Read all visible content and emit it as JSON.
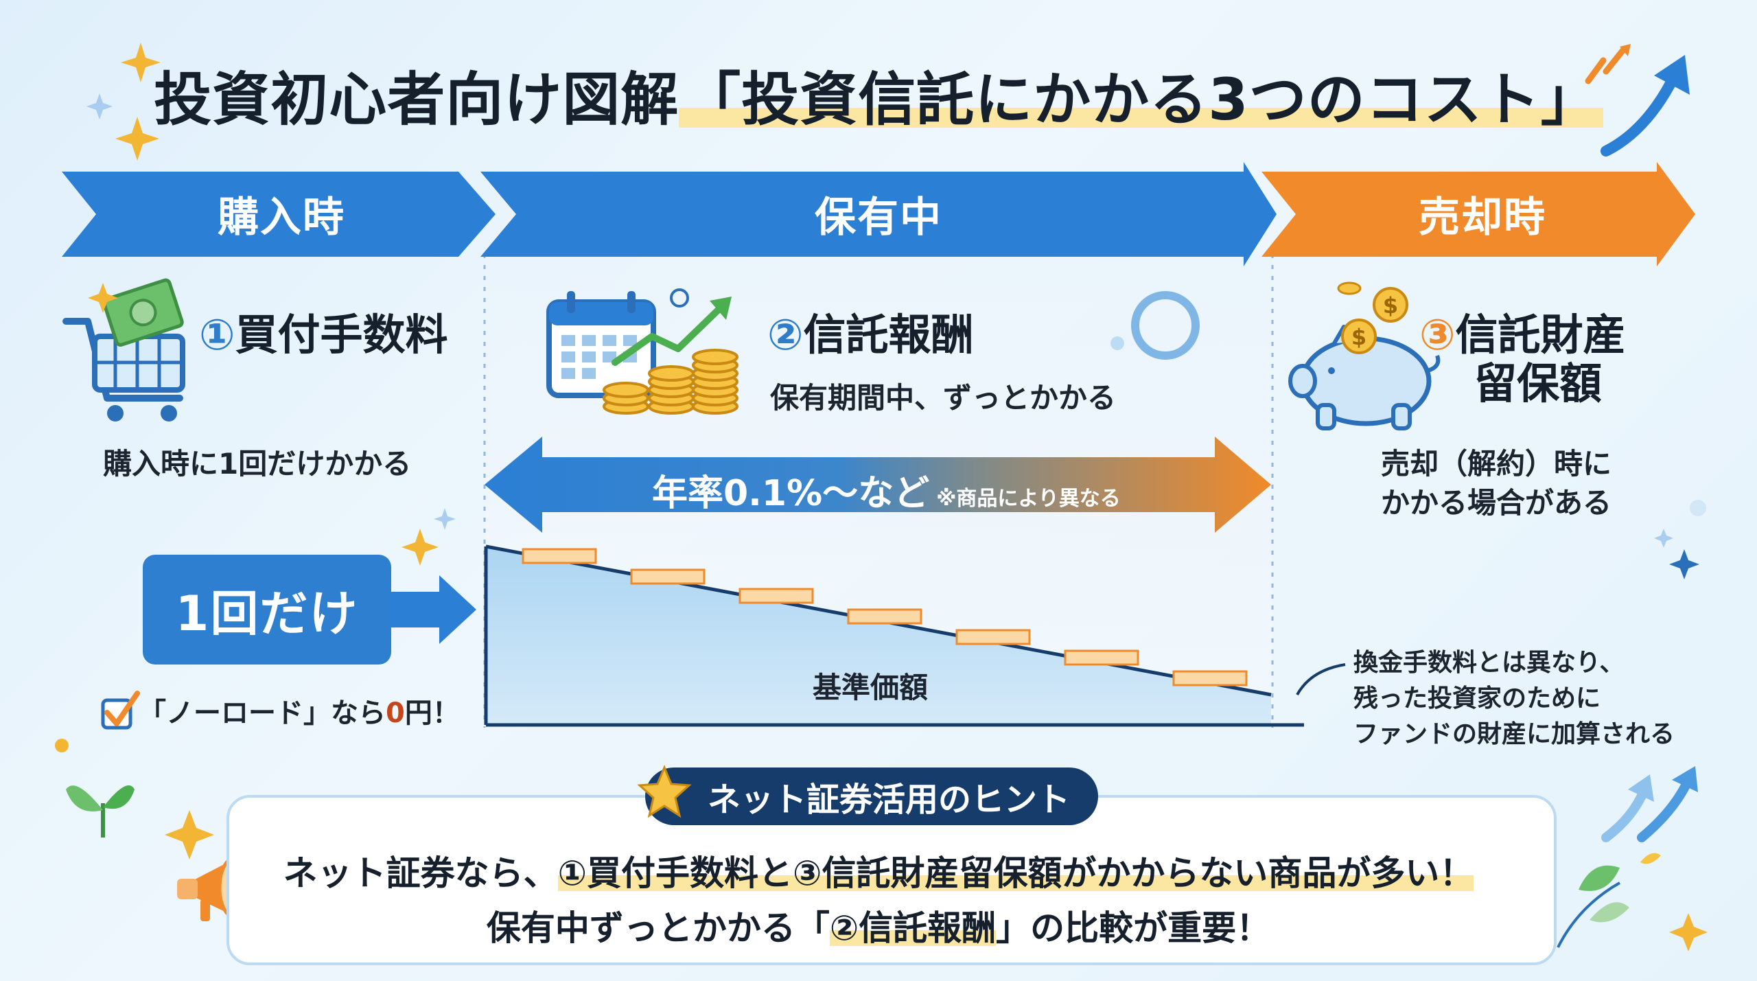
{
  "title": {
    "part1": "投資初心者向け図解",
    "part2": "「投資信託にかかる3つのコスト」"
  },
  "stages": [
    {
      "label": "購入時",
      "color": "#2b7fd4"
    },
    {
      "label": "保有中",
      "color": "#2b7fd4"
    },
    {
      "label": "売却時",
      "color": "#f08a2a"
    }
  ],
  "purchase": {
    "num": "①",
    "name": "買付手数料",
    "note": "購入時に1回だけかかる",
    "once_label": "1回だけ",
    "noload_text": "「ノーロード」なら",
    "noload_value": "0",
    "noload_unit": "円！"
  },
  "holding": {
    "num": "②",
    "name": "信託報酬",
    "note": "保有期間中、ずっとかかる",
    "rate_main": "年率0.1%〜など",
    "rate_note": "※商品により異なる",
    "nav_label": "基準価額"
  },
  "selling": {
    "num": "③",
    "name_line1": "信託財産",
    "name_line2": "留保額",
    "note_line1": "売却（解約）時に",
    "note_line2": "かかる場合がある",
    "callout_line1": "換金手数料とは異なり、",
    "callout_line2": "残った投資家のために",
    "callout_line3": "ファンドの財産に加算される"
  },
  "hint": {
    "pill": "ネット証券活用のヒント",
    "line1_a": "ネット証券なら、",
    "line1_b": "①買付手数料と③信託財産留保額",
    "line1_c": "がかからない商品が多い！",
    "line2_a": "保有中ずっとかかる「",
    "line2_b": "②信託報酬",
    "line2_c": "」の比較が重要！"
  },
  "colors": {
    "blue": "#2b7fd4",
    "orange": "#f08a2a",
    "navy": "#163c6c",
    "highlight": "#fbe7a1"
  },
  "icons": [
    "sparkle-icon",
    "shopping-cart-icon",
    "calendar-icon",
    "coin-stack-icon",
    "growth-arrow-icon",
    "piggy-bank-icon",
    "dollar-coin-icon",
    "megaphone-icon",
    "star-icon",
    "sprout-icon",
    "checkbox-icon",
    "trend-arrow-icon",
    "ring-icon"
  ]
}
